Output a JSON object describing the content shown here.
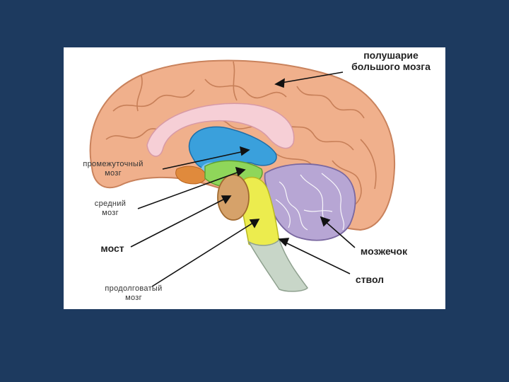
{
  "labels": {
    "hemisphere": [
      "полушарие",
      "большого мозга"
    ],
    "diencephalon": [
      "промежуточный",
      "мозг"
    ],
    "midbrain": [
      "средний",
      "мозг"
    ],
    "pons": "мост",
    "medulla": [
      "продолговатый",
      "мозг"
    ],
    "cerebellum": "мозжечок",
    "brainstem": "ствол"
  },
  "colors": {
    "background": "#1d3a5f",
    "cortex": "#f0b08c",
    "corpus_callosum": "#f6cfd6",
    "diencephalon": "#3aa0dc",
    "midbrain": "#8fd65a",
    "pons": "#d6a26a",
    "brainstem": "#ecec4e",
    "medulla": "#c8d6c8",
    "cerebellum": "#b7a6d4"
  }
}
